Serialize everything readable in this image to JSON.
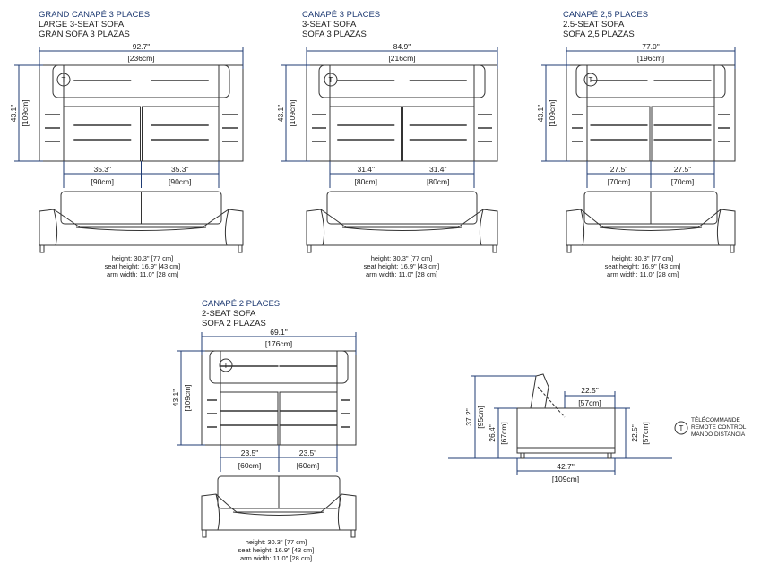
{
  "colors": {
    "outline": "#333333",
    "dimension": "#1f3b73",
    "text": "#1a1a1a"
  },
  "icons": {
    "remote_symbol": "T"
  },
  "sofas": [
    {
      "title_fr": "GRAND CANAPÉ 3 PLACES",
      "title_en": "LARGE 3-SEAT SOFA",
      "title_es": "GRAN SOFA 3 PLAZAS",
      "width_in": "92.7\"",
      "width_cm": "[236cm]",
      "depth_in": "43.1\"",
      "depth_cm": "[109cm]",
      "seat_in": "35.3\"",
      "seat_cm": "[90cm]",
      "height": "height: 30.3\" [77 cm]",
      "seat_height": "seat height: 16.9\" [43 cm]",
      "arm_width": "arm width: 11.0\" [28 cm]"
    },
    {
      "title_fr": "CANAPÉ 3 PLACES",
      "title_en": "3-SEAT SOFA",
      "title_es": "SOFA 3 PLAZAS",
      "width_in": "84.9\"",
      "width_cm": "[216cm]",
      "depth_in": "43.1\"",
      "depth_cm": "[109cm]",
      "seat_in": "31.4\"",
      "seat_cm": "[80cm]",
      "height": "height: 30.3\" [77 cm]",
      "seat_height": "seat height: 16.9\" [43 cm]",
      "arm_width": "arm width: 11.0\" [28 cm]"
    },
    {
      "title_fr": "CANAPÉ 2,5 PLACES",
      "title_en": "2.5-SEAT SOFA",
      "title_es": "SOFA 2,5 PLAZAS",
      "width_in": "77.0\"",
      "width_cm": "[196cm]",
      "depth_in": "43.1\"",
      "depth_cm": "[109cm]",
      "seat_in": "27.5\"",
      "seat_cm": "[70cm]",
      "height": "height: 30.3\" [77 cm]",
      "seat_height": "seat height: 16.9\" [43 cm]",
      "arm_width": "arm width: 11.0\" [28 cm]"
    },
    {
      "title_fr": "CANAPÉ 2 PLACES",
      "title_en": "2-SEAT SOFA",
      "title_es": "SOFA 2 PLAZAS",
      "width_in": "69.1\"",
      "width_cm": "[176cm]",
      "depth_in": "43.1\"",
      "depth_cm": "[109cm]",
      "seat_in": "23.5\"",
      "seat_cm": "[60cm]",
      "height": "height: 30.3\" [77 cm]",
      "seat_height": "seat height: 16.9\" [43 cm]",
      "arm_width": "arm width: 11.0\" [28 cm]"
    }
  ],
  "side_view": {
    "height_in": "37.2\"",
    "height_cm": "[95cm]",
    "seat_height_in": "26.4\"",
    "seat_height_cm": "[67cm]",
    "arm_height_in": "22.5\"",
    "arm_height_cm": "[57cm]",
    "arm_len_in": "22.5\"",
    "arm_len_cm": "[57cm]",
    "depth_in": "42.7\"",
    "depth_cm": "[109cm]"
  },
  "legend": {
    "fr": "TÉLÉCOMMANDE",
    "en": "REMOTE CONTROL",
    "es": "MANDO DISTANCIA"
  }
}
